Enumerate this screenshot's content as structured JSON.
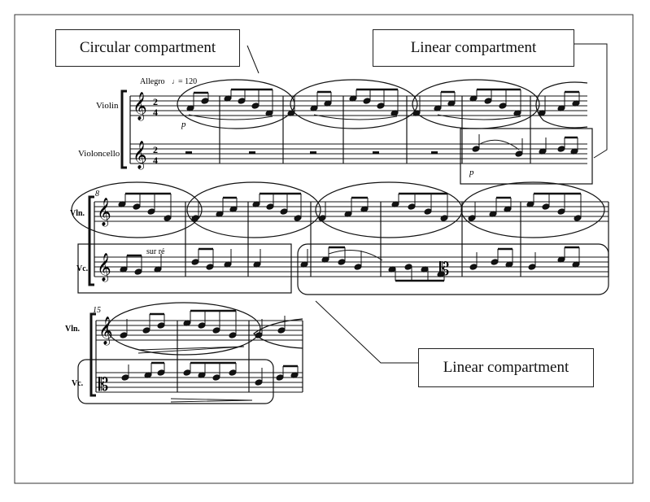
{
  "callouts": {
    "circular_top": "Circular compartment",
    "linear_top": "Linear compartment",
    "linear_bottom": "Linear compartment"
  },
  "score": {
    "tempo_text": "Allegro",
    "tempo_value": "= 120",
    "instrument_violin": "Violin",
    "instrument_cello": "Violoncello",
    "violin_abbr": "Vln.",
    "cello_abbr": "Vc.",
    "measure_8": "8",
    "measure_15": "15",
    "time_sig_top": "2",
    "time_sig_bottom": "4",
    "dynamic_violin": "p",
    "dynamic_cello": "p",
    "string_marking": "sur ré",
    "clef_treble": "treble",
    "clef_alto": "alto"
  },
  "colors": {
    "ink": "#111111",
    "paper": "#ffffff",
    "frame": "#222222"
  }
}
